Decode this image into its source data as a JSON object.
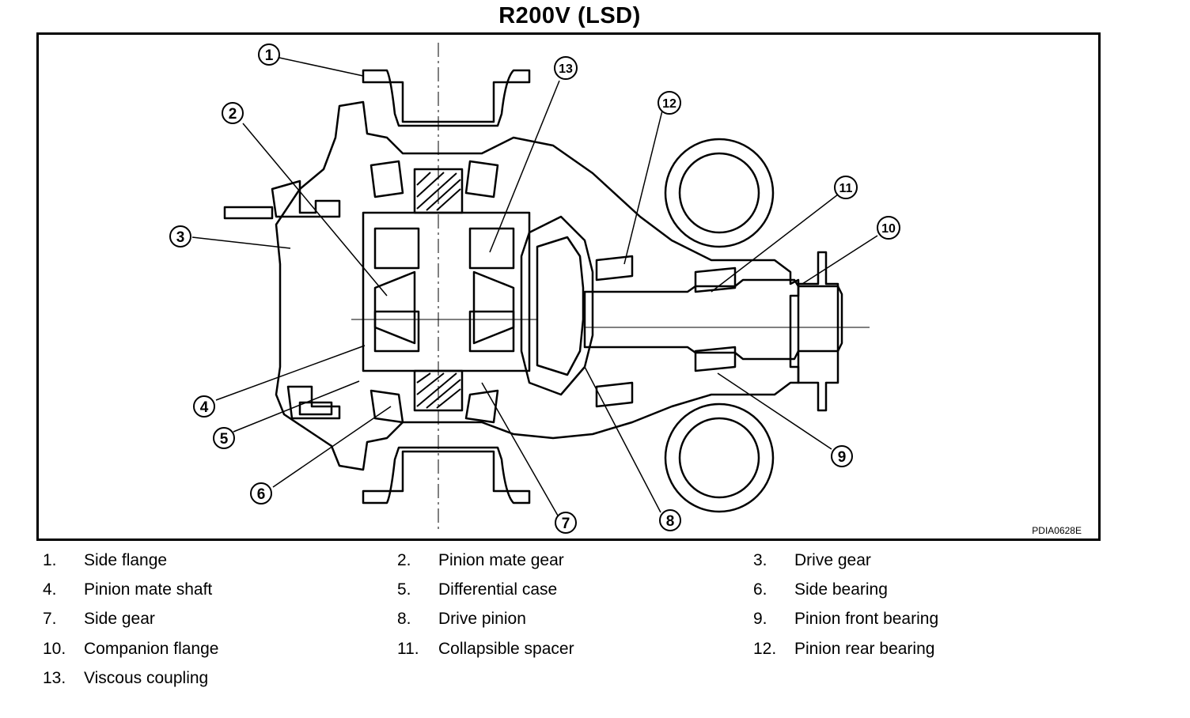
{
  "title": "R200V (LSD)",
  "figure_code": "PDIA0628E",
  "callout_numbers": [
    "1",
    "2",
    "3",
    "4",
    "5",
    "6",
    "7",
    "8",
    "9",
    "10",
    "11",
    "12",
    "13"
  ],
  "legend": [
    {
      "num": "1.",
      "label": "Side flange"
    },
    {
      "num": "2.",
      "label": "Pinion mate gear"
    },
    {
      "num": "3.",
      "label": "Drive gear"
    },
    {
      "num": "4.",
      "label": "Pinion mate shaft"
    },
    {
      "num": "5.",
      "label": "Differential case"
    },
    {
      "num": "6.",
      "label": "Side bearing"
    },
    {
      "num": "7.",
      "label": "Side gear"
    },
    {
      "num": "8.",
      "label": "Drive pinion"
    },
    {
      "num": "9.",
      "label": "Pinion front bearing"
    },
    {
      "num": "10.",
      "label": "Companion flange"
    },
    {
      "num": "11.",
      "label": "Collapsible spacer"
    },
    {
      "num": "12.",
      "label": "Pinion rear bearing"
    },
    {
      "num": "13.",
      "label": "Viscous coupling"
    }
  ]
}
